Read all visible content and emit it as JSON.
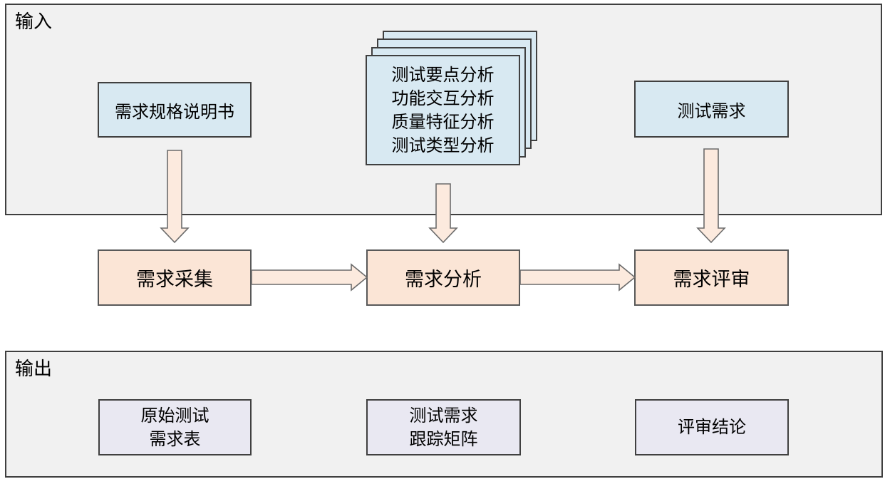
{
  "palette": {
    "page_bg": "#ffffff",
    "section_bg": "#f1f1f1",
    "section_border": "#3f3f3f",
    "input_box_bg": "#d8e9f2",
    "process_box_bg": "#fbe5d6",
    "output_box_bg": "#e9e8f2",
    "node_border": "#404040",
    "process_border": "#595959",
    "arrow_fill": "#fceade",
    "arrow_stroke": "#6b6b6b",
    "text_color": "#000000"
  },
  "sections": {
    "input": {
      "label": "输入"
    },
    "output": {
      "label": "输出"
    }
  },
  "input_items": {
    "spec": {
      "label": "需求规格说明书"
    },
    "analysis_stack": {
      "lines": [
        "测试要点分析",
        "功能交互分析",
        "质量特征分析",
        "测试类型分析"
      ]
    },
    "test_req": {
      "label": "测试需求"
    }
  },
  "process": {
    "collect": {
      "label": "需求采集"
    },
    "analyze": {
      "label": "需求分析"
    },
    "review": {
      "label": "需求评审"
    }
  },
  "outputs": {
    "raw_table": {
      "lines": [
        "原始测试",
        "需求表"
      ]
    },
    "trace_matrix": {
      "lines": [
        "测试需求",
        "跟踪矩阵"
      ]
    },
    "review_conclusion": {
      "label": "评审结论"
    }
  }
}
